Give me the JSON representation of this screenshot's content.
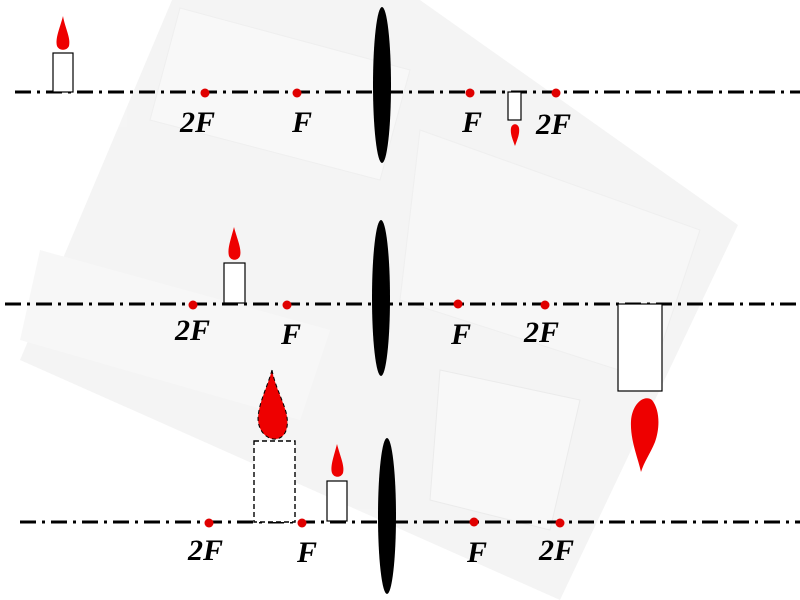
{
  "colors": {
    "axis": "#000000",
    "focal_point": "#e00000",
    "flame": "#ee0000",
    "lens": "#000000",
    "candle_body": "#ffffff",
    "background_doc": "#eeeeee"
  },
  "labels": {
    "two_f": "2F",
    "f": "F"
  },
  "diagrams": [
    {
      "case": "object beyond 2F",
      "labels": [
        "2F",
        "F",
        "F",
        "2F"
      ],
      "object": "real candle",
      "image": "inverted, reduced, real"
    },
    {
      "case": "object between F and 2F",
      "labels": [
        "2F",
        "F",
        "F",
        "2F"
      ],
      "object": "real candle",
      "image": "inverted, enlarged, real"
    },
    {
      "case": "object inside F",
      "labels": [
        "2F",
        "F",
        "F",
        "2F"
      ],
      "object": "real candle",
      "image": "upright, enlarged, virtual"
    }
  ]
}
